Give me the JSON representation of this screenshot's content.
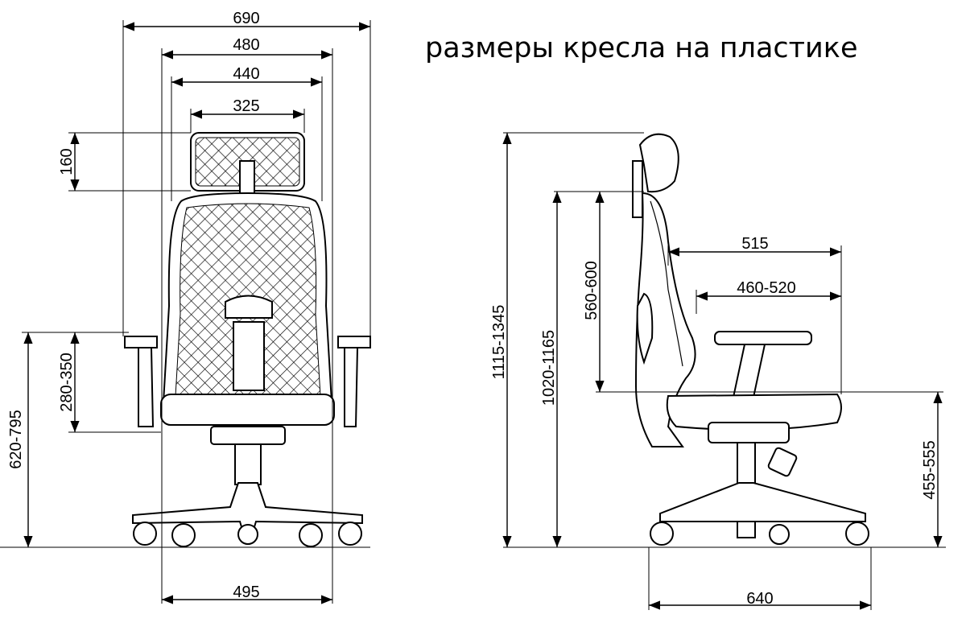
{
  "title": "размеры кресла на пластике",
  "front_view": {
    "dims": {
      "overall_width": "690",
      "armrest_width": "480",
      "back_width": "440",
      "headrest_width": "325",
      "headrest_height": "160",
      "armrest_height_above_seat": "280-350",
      "armrest_height": "620-795",
      "base_width": "495"
    }
  },
  "side_view": {
    "dims": {
      "total_height": "1115-1345",
      "back_height": "1020-1165",
      "backrest_height": "560-600",
      "seat_depth_overall": "515",
      "seat_depth": "460-520",
      "seat_height": "455-555",
      "base_depth": "640"
    }
  }
}
